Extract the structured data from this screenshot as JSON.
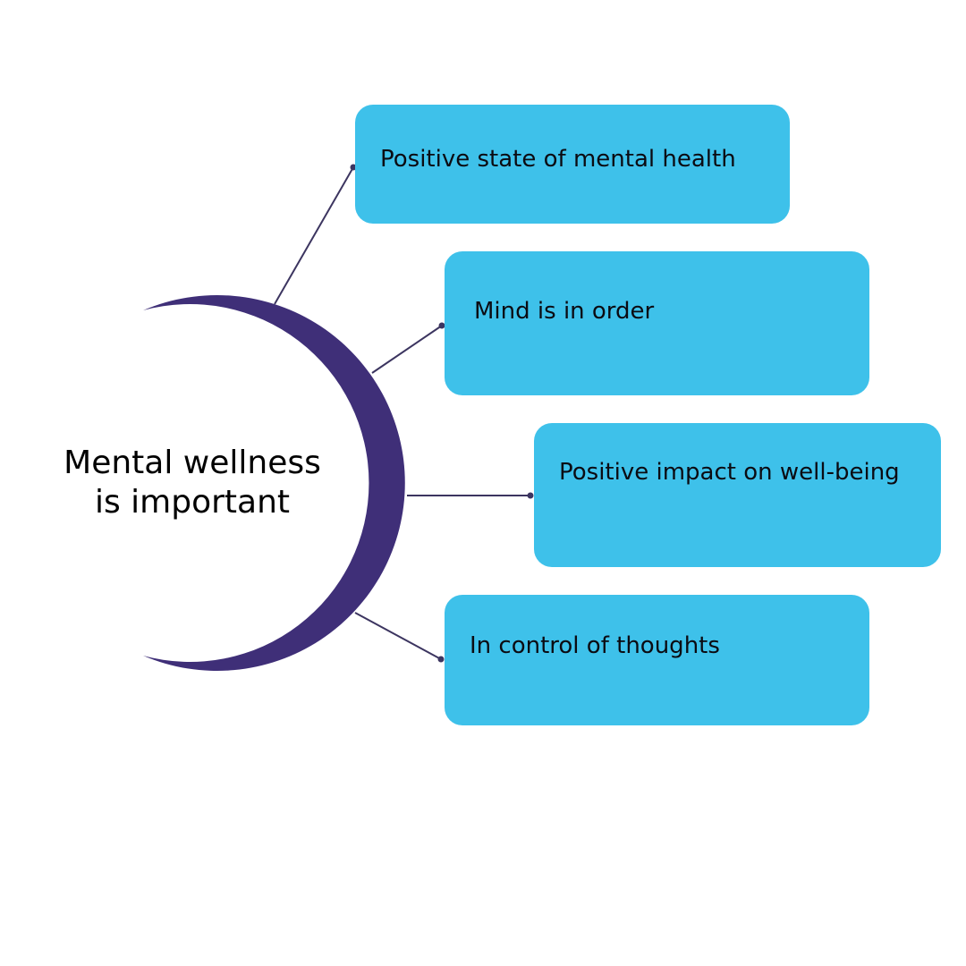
{
  "diagram": {
    "center_title_line1": "Mental wellness",
    "center_title_line2": "is important",
    "colors": {
      "crescent": "#3f2f78",
      "connector": "#3c3560",
      "box_fill": "#3ec1ea",
      "text": "#0b0b12"
    },
    "items": [
      {
        "label": "Positive state of mental health"
      },
      {
        "label": "Mind is in order"
      },
      {
        "label": "Positive impact on well-being"
      },
      {
        "label": "In control of thoughts"
      }
    ]
  }
}
